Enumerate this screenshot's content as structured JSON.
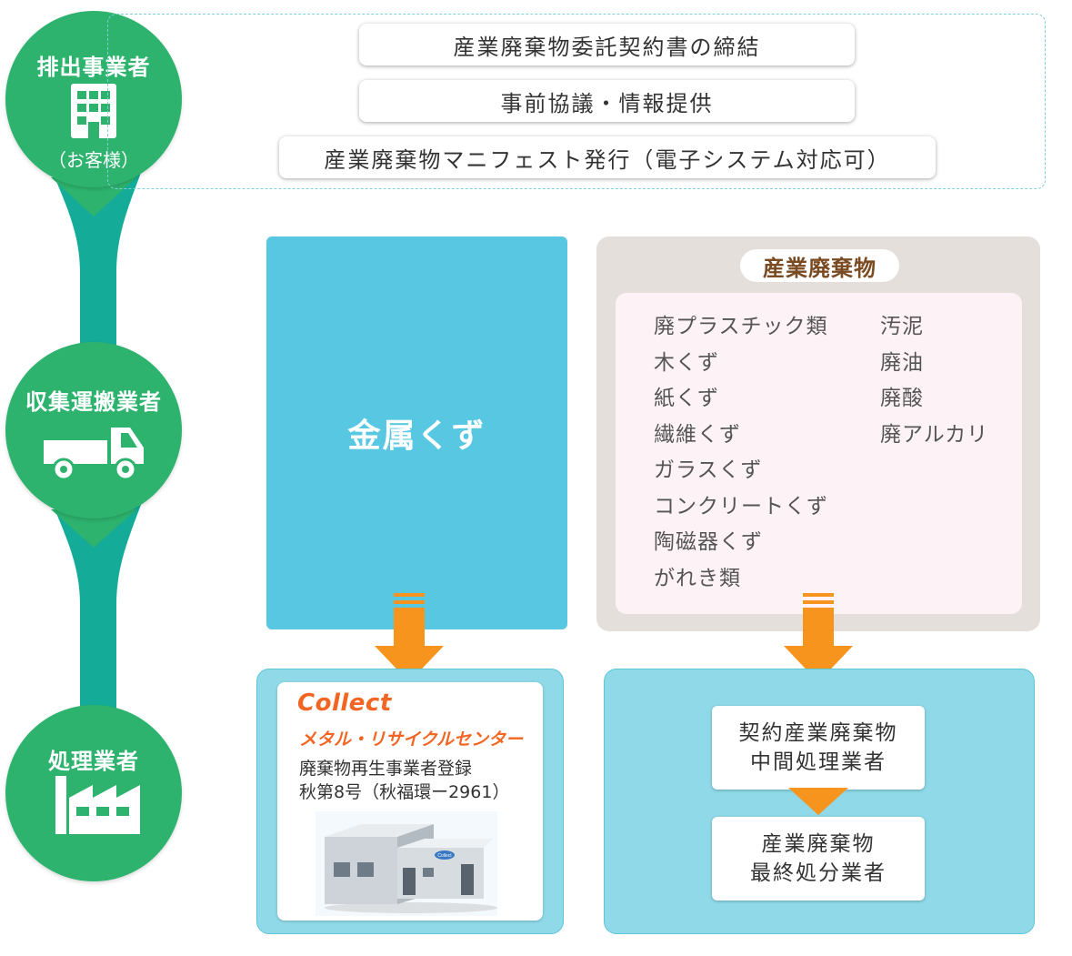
{
  "colors": {
    "green": "#2db36e",
    "teal": "#14ac98",
    "metal_blue": "#58c8e2",
    "panel_blue": "#8fd9e8",
    "arrow_orange": "#f7941d",
    "collect_orange": "#f26522",
    "waste_brown": "#7a4b22"
  },
  "flow": {
    "emitter": {
      "title": "排出事業者",
      "sub": "（お客様）",
      "icon": "building-icon"
    },
    "transporter": {
      "title": "収集運搬業者",
      "icon": "truck-icon"
    },
    "processor": {
      "title": "処理業者",
      "icon": "factory-icon"
    }
  },
  "top_steps": [
    "産業廃棄物委託契約書の締結",
    "事前協議・情報提供",
    "産業廃棄物マニフェスト発行（電子システム対応可）"
  ],
  "metal": {
    "label": "金属くず"
  },
  "industrial_waste": {
    "title": "産業廃棄物",
    "col1": [
      "廃プラスチック類",
      "木くず",
      "紙くず",
      "繊維くず",
      "ガラスくず",
      "コンクリートくず",
      "陶磁器くず",
      "がれき類"
    ],
    "col2": [
      "汚泥",
      "廃油",
      "廃酸",
      "廃アルカリ"
    ]
  },
  "collect": {
    "brand": "Collect",
    "center": "メタル・リサイクルセンター",
    "reg_line1": "廃棄物再生事業者登録",
    "reg_line2": "秋第8号（秋福環ー2961）",
    "sign": "Collect"
  },
  "processors": {
    "intermediate": {
      "line1": "契約産業廃棄物",
      "line2": "中間処理業者"
    },
    "final": {
      "line1": "産業廃棄物",
      "line2": "最終処分業者"
    }
  }
}
